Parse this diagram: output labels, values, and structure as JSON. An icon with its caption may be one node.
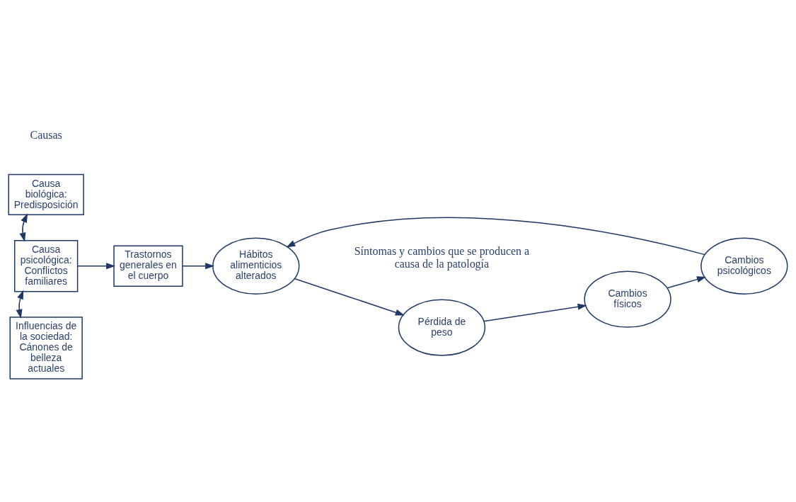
{
  "diagram": {
    "nodes": [
      {
        "text": [
          "Causa biológica: Predisposición"
        ]
      },
      {
        "text": [
          "Causa psicológica: Conflictos familiares"
        ]
      },
      {
        "text": [
          "Influencias de la sociedad: Cánones de belleza actuales"
        ]
      },
      {
        "text": [
          "Trastornos generales en el cuerpo"
        ]
      },
      {
        "text": [
          "Hábitos alimenticios alterados"
        ]
      },
      {
        "text": [
          "Pérdida de peso"
        ]
      },
      {
        "text": [
          "Cambios físicos"
        ]
      },
      {
        "text": [
          "Cambios psicológicos"
        ]
      }
    ],
    "edges": [
      {
        "from": 0,
        "to": 1,
        "arrow": "both"
      },
      {
        "from": 1,
        "to": 2,
        "arrow": "both"
      },
      {
        "from": 1,
        "to": 3,
        "arrow": "to"
      },
      {
        "from": 3,
        "to": 4,
        "arrow": "to"
      },
      {
        "from": 4,
        "to": 5,
        "arrow": "to"
      },
      {
        "from": 5,
        "to": 6,
        "arrow": "to"
      },
      {
        "from": 6,
        "to": 7,
        "arrow": "to"
      },
      {
        "from": 7,
        "to": 4,
        "arrow": "to"
      }
    ],
    "labels": [
      "Causas",
      "Síntomas y cambios que se producen a causa de la patología"
    ]
  }
}
